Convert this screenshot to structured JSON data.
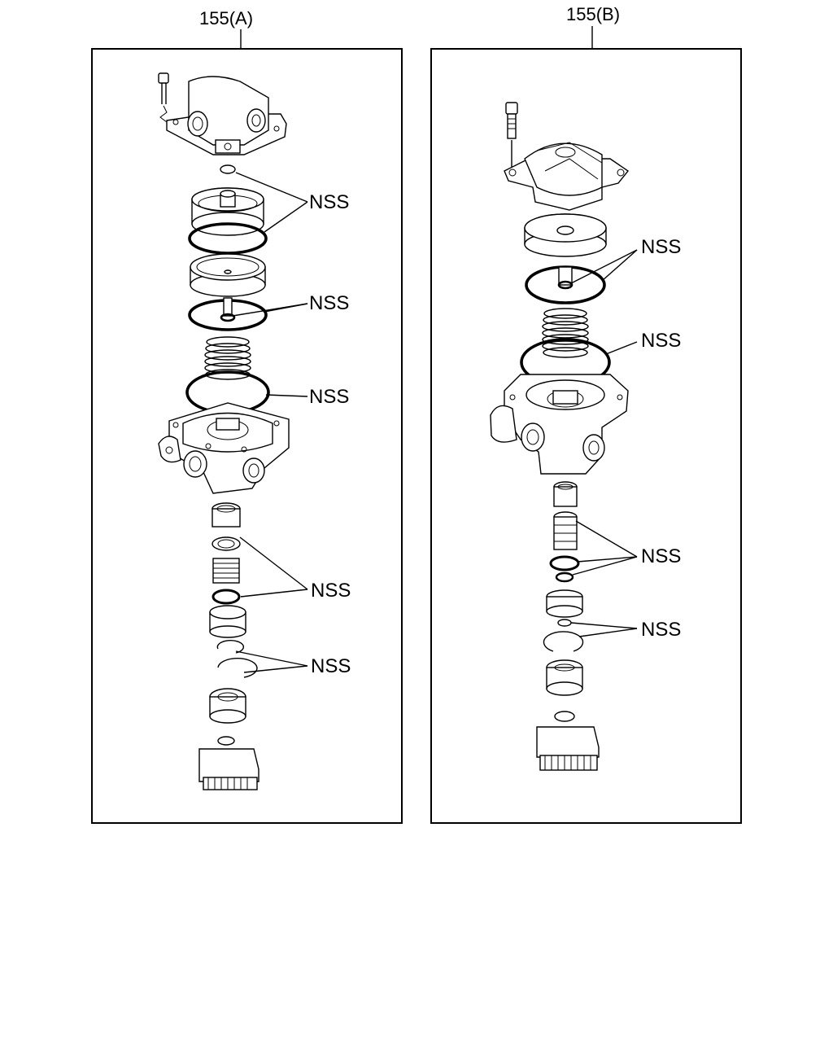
{
  "panels": [
    {
      "title": "155(A)",
      "callouts": [
        "NSS",
        "NSS",
        "NSS",
        "NSS",
        "NSS"
      ]
    },
    {
      "title": "155(B)",
      "callouts": [
        "NSS",
        "NSS",
        "NSS",
        "NSS"
      ]
    }
  ]
}
